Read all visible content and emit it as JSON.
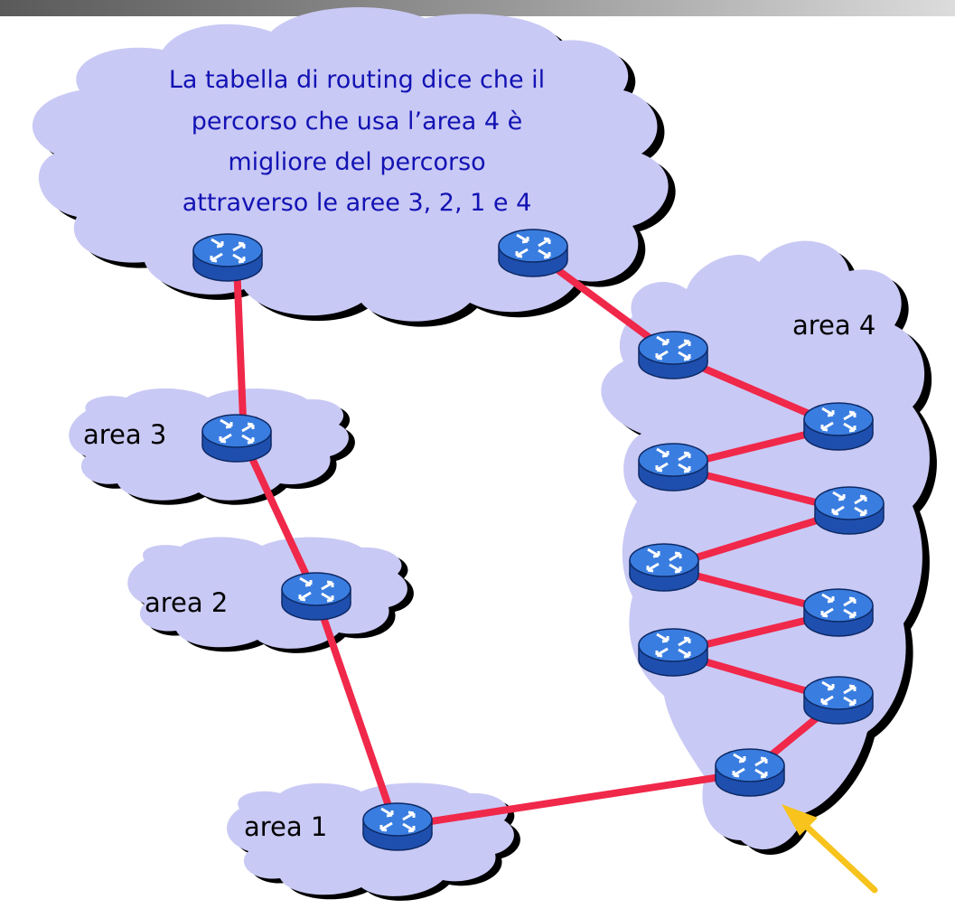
{
  "note": {
    "lines": [
      "La tabella di routing dice che il",
      "percorso che usa l’area 4 è",
      "migliore del percorso",
      "attraverso le aree 3, 2, 1 e 4"
    ]
  },
  "areas": {
    "a4": "area 4",
    "a3": "area 3",
    "a2": "area 2",
    "a1": "area 1"
  },
  "colors": {
    "cloud_fill": "#c9c9f5",
    "cloud_stroke": "#000000",
    "link": "#f0284a",
    "router_top": "#3a7de0",
    "router_side": "#1f4fae",
    "note_text": "#1212b4",
    "arrow": "#f7c31c"
  },
  "icons": {
    "router": "router-icon",
    "pointer": "yellow-arrow-icon"
  }
}
